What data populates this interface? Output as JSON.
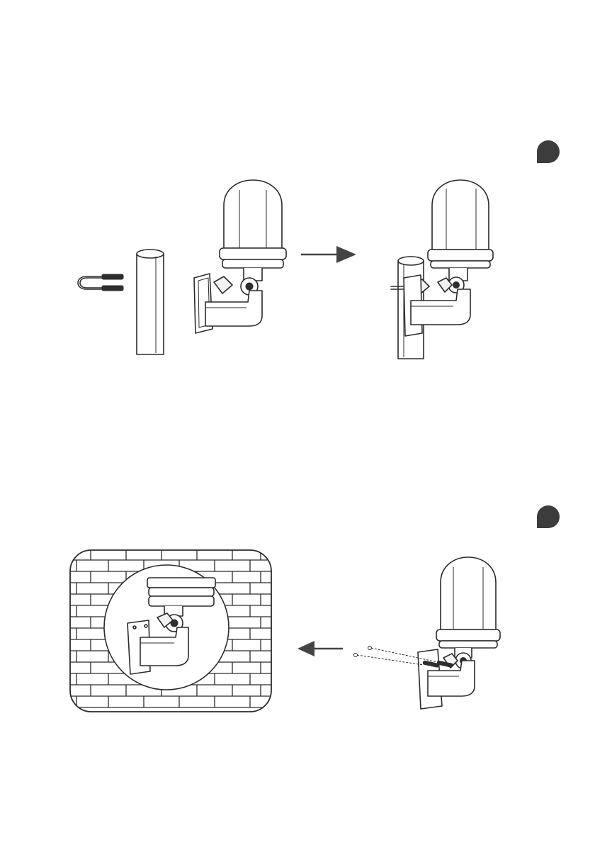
{
  "figure": {
    "background": "#ffffff",
    "ink_color": "#2b2b2b",
    "badge_color": "#3c3c3c",
    "steps": [
      {
        "badge": "",
        "scene": "pole-mount",
        "arrow_direction": "right",
        "parts": [
          "u-bolt",
          "pole",
          "beacon-light",
          "wall-bracket",
          "knob"
        ]
      },
      {
        "badge": "",
        "scene": "wall-mount",
        "arrow_direction": "left",
        "parts": [
          "brick-wall",
          "beacon-light",
          "wall-bracket",
          "screws"
        ]
      }
    ]
  }
}
